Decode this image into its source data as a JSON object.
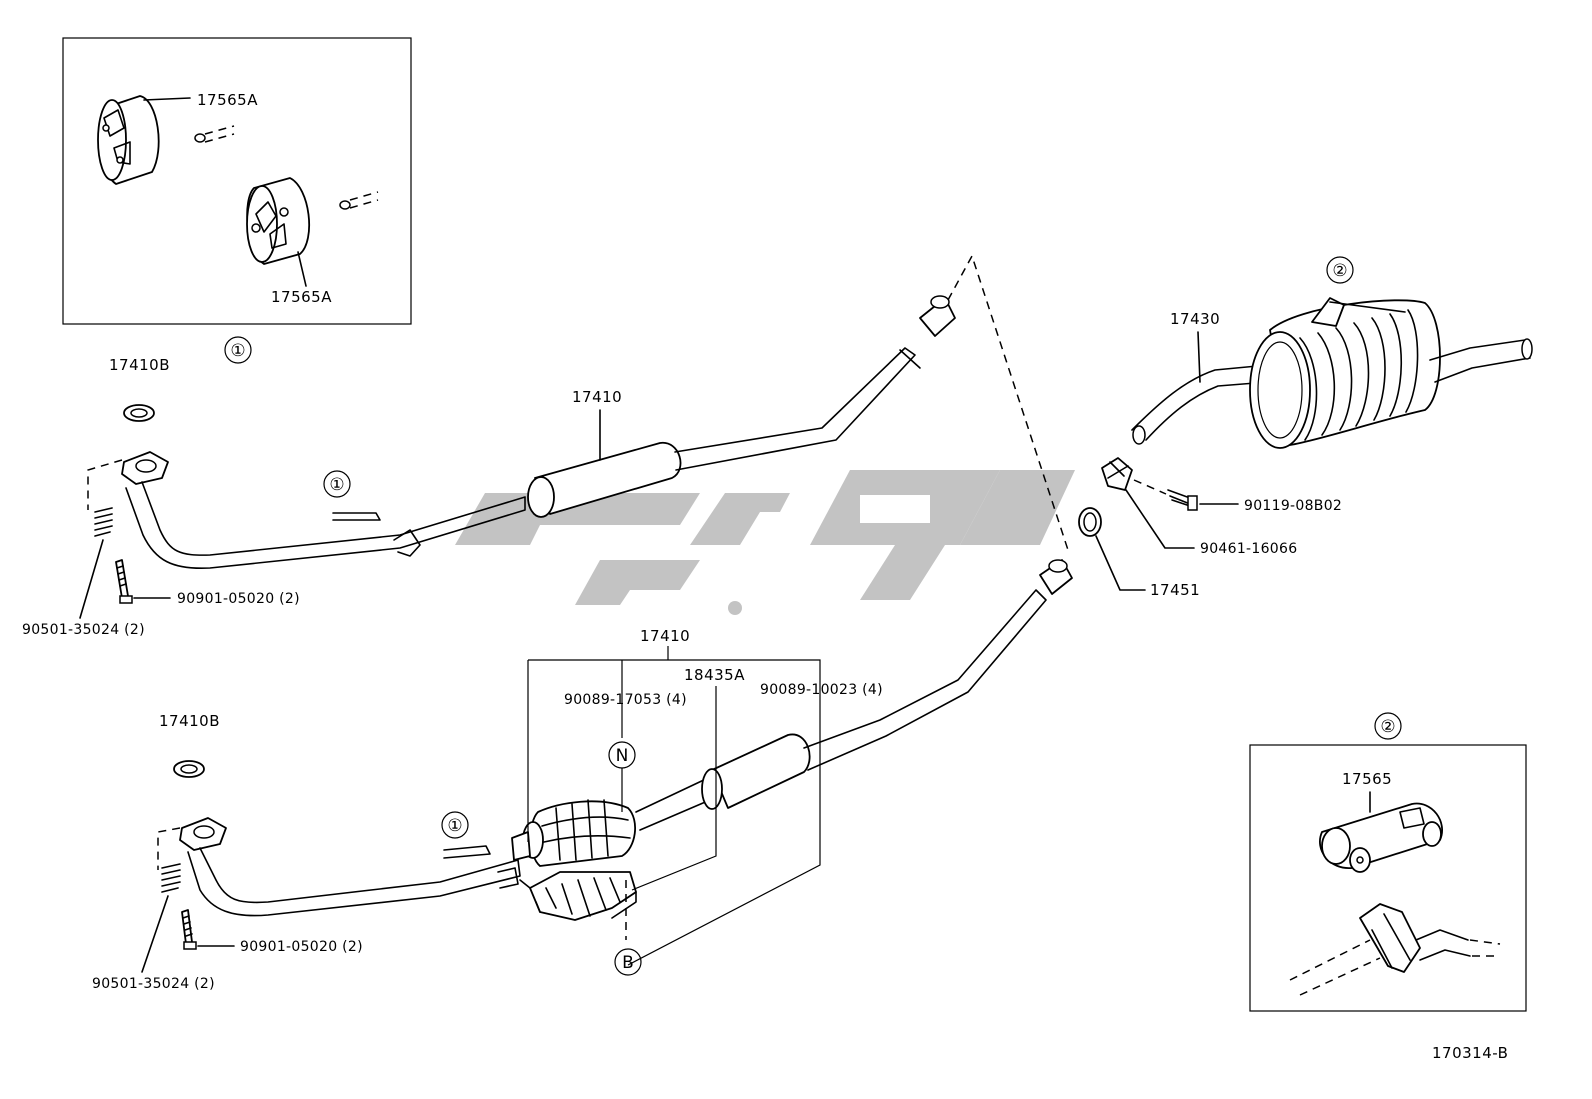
{
  "diagram": {
    "ref_code": "170314-B",
    "watermark_text": "ﮔوﭘﺎﮎ",
    "callouts": {
      "c1": "①",
      "c2": "②",
      "n": "N",
      "b": "B"
    },
    "parts": {
      "hanger_a_top": "17565A",
      "hanger_a_bottom": "17565A",
      "gasket_upper": "17410B",
      "pipe_upper": "17410",
      "tailpipe": "17430",
      "bolt_tail": "90119-08B02",
      "clamp": "90461-16066",
      "gasket_ring": "17451",
      "bolt_upper": "90901-05020 (2)",
      "spring_upper": "90501-35024 (2)",
      "pipe_lower": "17410",
      "insulator": "18435A",
      "nut_lower": "90089-17053 (4)",
      "stud_lower": "90089-10023 (4)",
      "gasket_lower": "17410B",
      "bolt_lower": "90901-05020 (2)",
      "spring_lower": "90501-35024 (2)",
      "hanger_b": "17565"
    }
  }
}
